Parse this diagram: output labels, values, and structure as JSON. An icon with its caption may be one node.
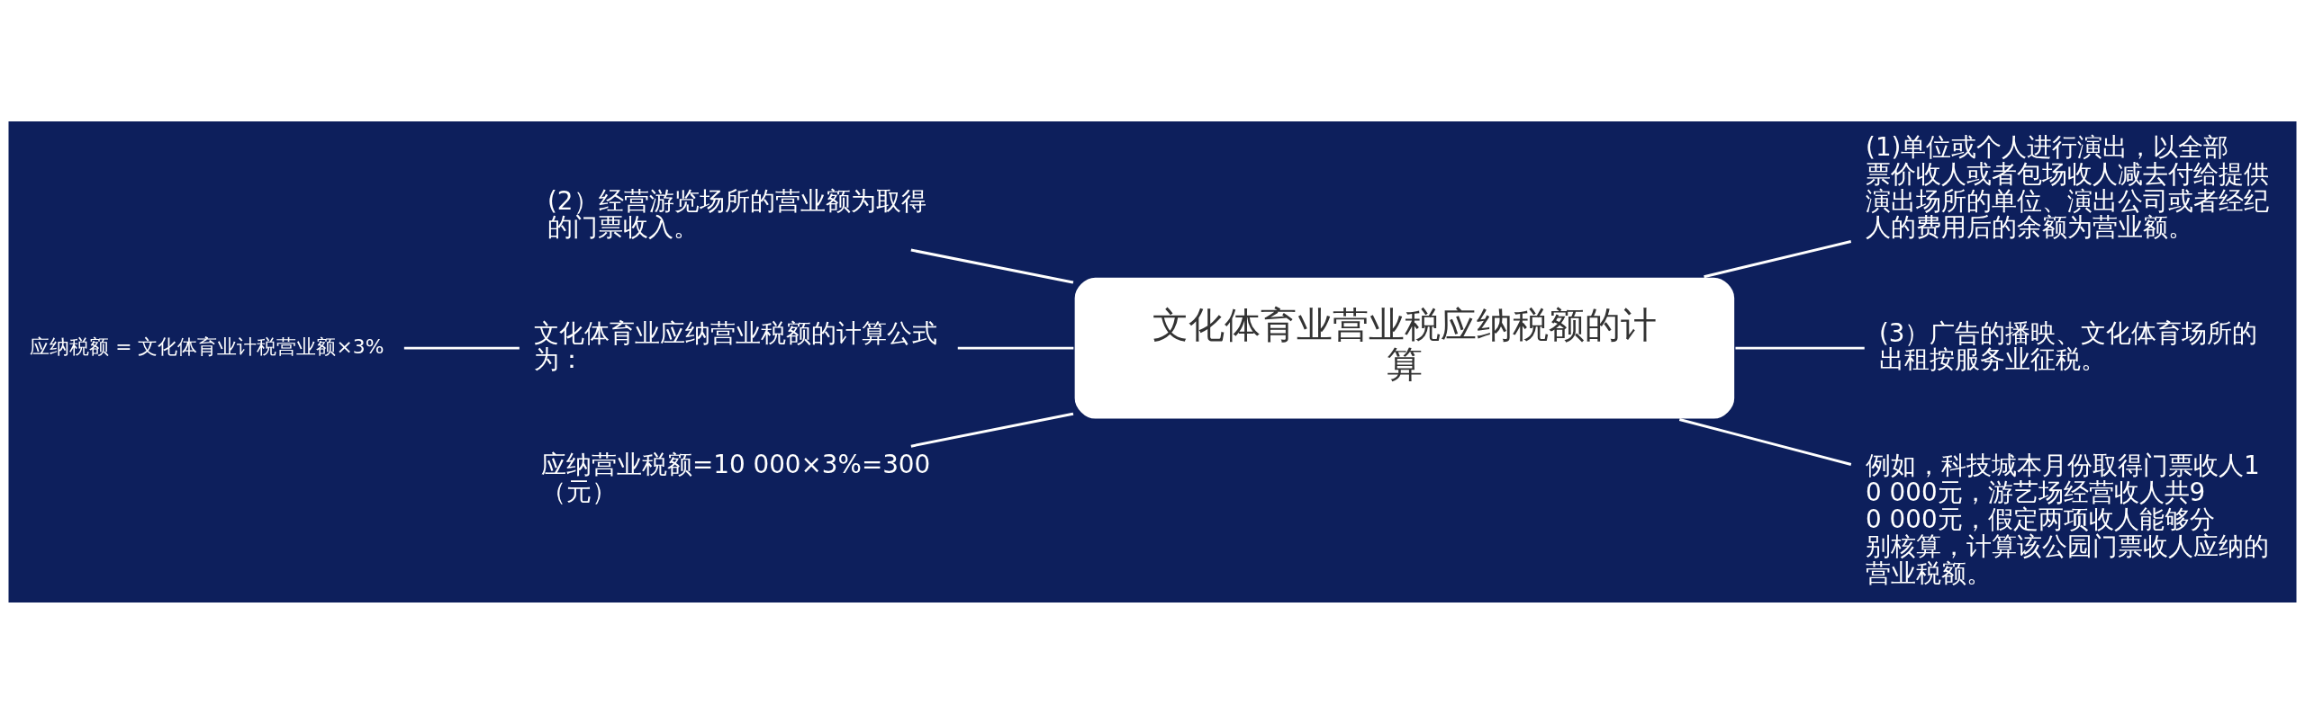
{
  "diagram": {
    "nodes": [
      {
        "text": [
          "文化体育业营业税应纳税额的计算"
        ]
      },
      {
        "text": [
          "(2）经营游览场所的营业额为取得的门票收入。"
        ]
      },
      {
        "text": [
          "文化体育业应纳营业税额的计算公式为："
        ]
      },
      {
        "text": [
          "应纳营业税额=10 000×3%=300（元）"
        ]
      },
      {
        "text": [
          "应纳税额 = 文化体育业计税营业额×3%"
        ]
      },
      {
        "text": [
          "(1)单位或个人进行演出，以全部票价收人或者包场收人减去付给提供演出场所的单位、演出公司或者经纪人的费用后的余额为营业额。"
        ]
      },
      {
        "text": [
          "(3）广告的播映、文化体育场所的出租按服务业征税。"
        ]
      },
      {
        "text": [
          "例如，科技城本月份取得门票收人10 000元，游艺场经营收人共90 000元，假定两项收人能够分别核算，计算该公园门票收人应纳的营业税额。"
        ]
      }
    ],
    "edges": [
      {
        "from": 0,
        "to": 5,
        "arrow": "none"
      },
      {
        "from": 0,
        "to": 6,
        "arrow": "none"
      },
      {
        "from": 0,
        "to": 7,
        "arrow": "none"
      },
      {
        "from": 0,
        "to": 1,
        "arrow": "none"
      },
      {
        "from": 0,
        "to": 2,
        "arrow": "none"
      },
      {
        "from": 0,
        "to": 3,
        "arrow": "none"
      },
      {
        "from": 2,
        "to": 4,
        "arrow": "none"
      }
    ]
  }
}
